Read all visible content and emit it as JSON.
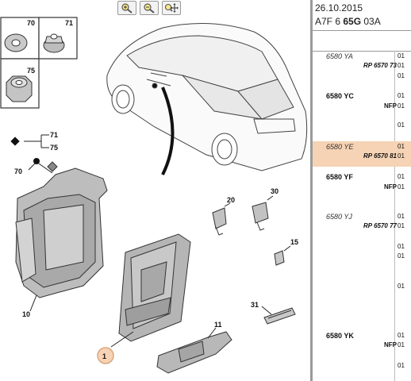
{
  "toolbar": {
    "zoom_in_icon": "zoom-in-icon",
    "zoom_out_icon": "zoom-out-icon",
    "zoom_pan_icon": "zoom-pan-icon"
  },
  "header": {
    "date": "26.10.2015",
    "ref_prefix": "A7F 6 ",
    "ref_bold": "65G",
    "ref_suffix": " 03A"
  },
  "callouts": {
    "c70a": "70",
    "c71a": "71",
    "c75a": "75",
    "c71b": "71",
    "c75b": "75",
    "c70b": "70",
    "c20": "20",
    "c30": "30",
    "c15": "15",
    "c31": "31",
    "c11": "11",
    "c10": "10",
    "c1": "1"
  },
  "parts": [
    {
      "code": "6580 YA",
      "italic": true,
      "parts": [
        {
          "ref": "RP 6570 73",
          "qty": "01"
        }
      ],
      "qty_top": "01"
    },
    {
      "code": "6580 YC",
      "italic": false,
      "parts": [
        {
          "ref": "NFP",
          "qty": "01"
        }
      ],
      "qty_top": "01"
    },
    {
      "code": "6580 YE",
      "italic": true,
      "parts": [
        {
          "ref": "RP 6570 81",
          "qty": "01"
        }
      ],
      "qty_top": "01"
    },
    {
      "code": "6580 YF",
      "italic": false,
      "parts": [
        {
          "ref": "NFP",
          "qty": "01"
        }
      ],
      "qty_top": "01"
    },
    {
      "code": "6580 YJ",
      "italic": true,
      "parts": [
        {
          "ref": "RP 6570 77",
          "qty": "01"
        }
      ],
      "qty_top": "01"
    },
    {
      "code": "6580 YK",
      "italic": false,
      "parts": [
        {
          "ref": "NFP",
          "qty": "01"
        }
      ],
      "qty_top": "01"
    }
  ],
  "extra_qty": [
    "01",
    "01",
    "01",
    "01",
    "01",
    "01"
  ]
}
